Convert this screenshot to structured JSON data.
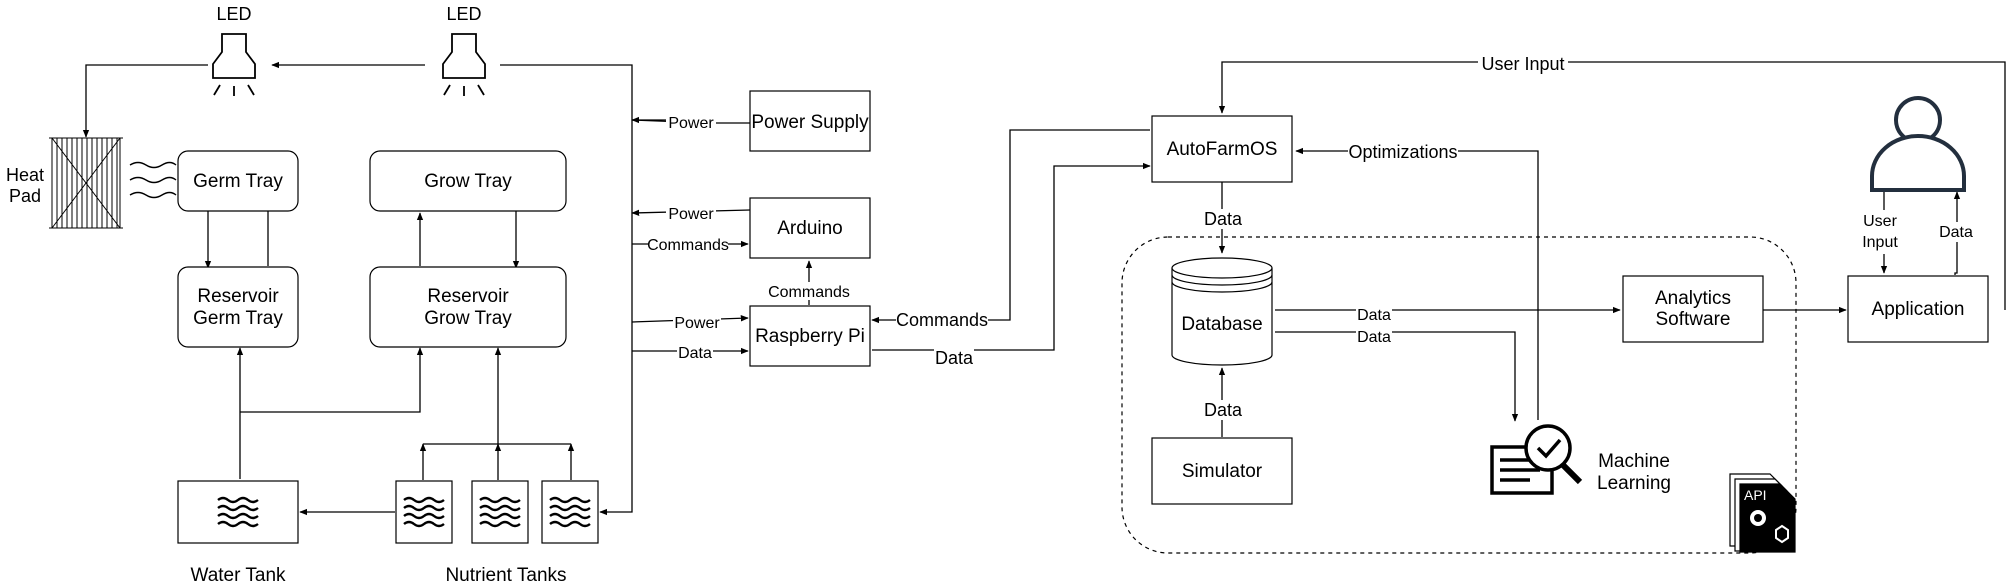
{
  "lighting": {
    "led_left": "LED",
    "led_right": "LED",
    "heat_pad_line1": "Heat",
    "heat_pad_line2": "Pad"
  },
  "trays": {
    "germ_tray": "Germ Tray",
    "grow_tray": "Grow Tray",
    "reservoir_germ_line1": "Reservoir",
    "reservoir_germ_line2": "Germ Tray",
    "reservoir_grow_line1": "Reservoir",
    "reservoir_grow_line2": "Grow Tray"
  },
  "tanks": {
    "water_tank": "Water Tank",
    "nutrient_tanks": "Nutrient Tanks"
  },
  "controllers": {
    "power_supply": "Power Supply",
    "arduino": "Arduino",
    "raspberry_pi": "Raspberry Pi"
  },
  "software": {
    "autofarmos": "AutoFarmOS",
    "database": "Database",
    "simulator": "Simulator",
    "analytics_line1": "Analytics",
    "analytics_line2": "Software",
    "application": "Application",
    "ml_line1": "Machine",
    "ml_line2": "Learning",
    "api_label": "API"
  },
  "edge_labels": {
    "power_1": "Power",
    "power_2": "Power",
    "commands_1": "Commands",
    "power_3": "Power",
    "data_1": "Data",
    "commands_pi_arduino": "Commands",
    "commands_os_pi": "Commands",
    "data_pi_os": "Data",
    "user_input_top": "User Input",
    "optimizations": "Optimizations",
    "data_os_db": "Data",
    "data_db_analytics": "Data",
    "data_db_ml": "Data",
    "data_sim_db": "Data",
    "user_input_line1": "User",
    "user_input_line2": "Input",
    "data_app_user": "Data"
  }
}
